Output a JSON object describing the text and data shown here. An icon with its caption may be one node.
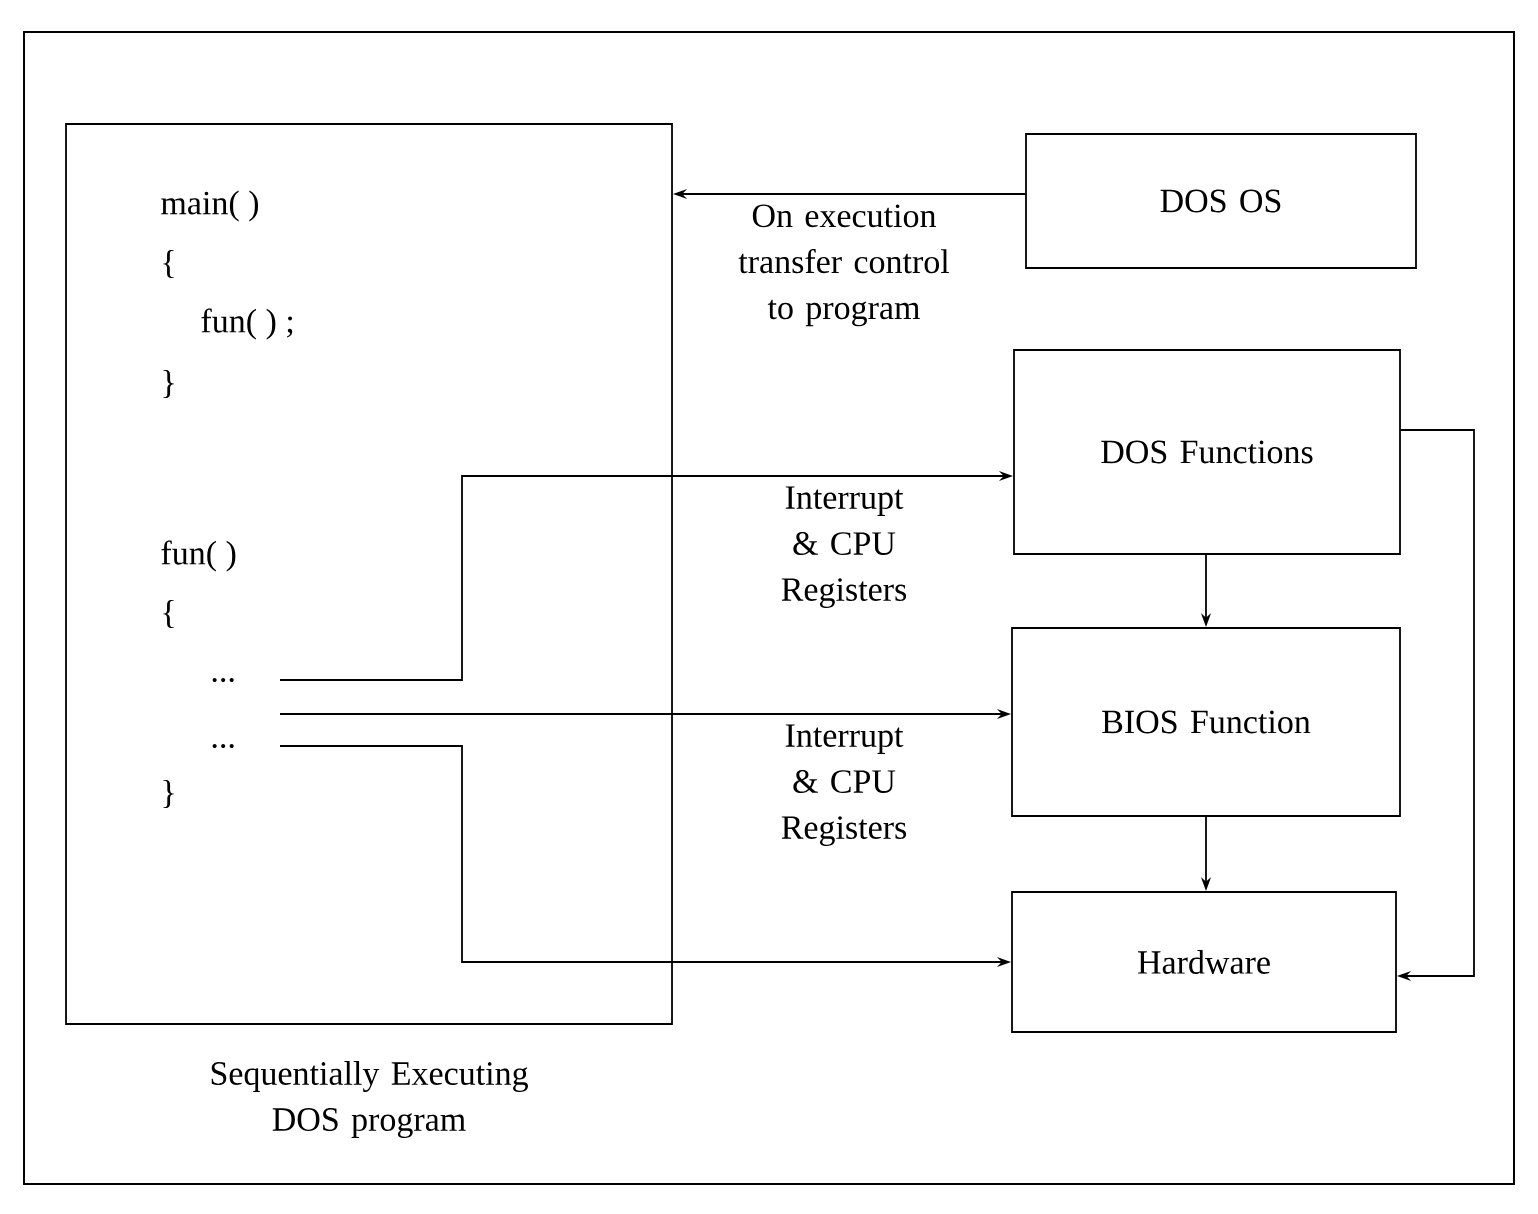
{
  "diagram": {
    "nodes": [
      {
        "text": [
          "main( )",
          "{",
          "fun( ) ;",
          "}",
          "fun( )",
          "{",
          "...",
          "...",
          "}"
        ],
        "beside": [
          "Sequentially Executing DOS program"
        ]
      },
      {
        "text": [
          "DOS OS"
        ]
      },
      {
        "text": [
          "DOS Functions"
        ]
      },
      {
        "text": [
          "BIOS Function"
        ]
      },
      {
        "text": [
          "Hardware"
        ]
      }
    ],
    "edges": [
      {
        "from": 1,
        "to": 0,
        "arrow": "to",
        "label": "On execution transfer control to program"
      },
      {
        "from": 0,
        "to": 2,
        "arrow": "to",
        "label": "Interrupt & CPU Registers"
      },
      {
        "from": 0,
        "to": 3,
        "arrow": "to",
        "label": "Interrupt & CPU Registers"
      },
      {
        "from": 0,
        "to": 4,
        "arrow": "to"
      },
      {
        "from": 2,
        "to": 3,
        "arrow": "to"
      },
      {
        "from": 3,
        "to": 4,
        "arrow": "to"
      },
      {
        "from": 2,
        "to": 4,
        "arrow": "to"
      }
    ]
  }
}
